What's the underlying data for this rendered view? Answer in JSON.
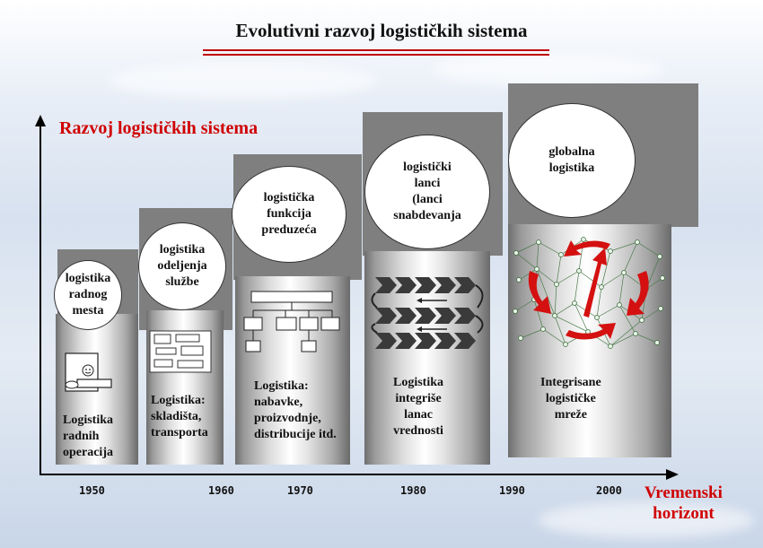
{
  "title": "Evolutivni razvoj logističkih sistema",
  "y_axis_label": "Razvoj logističkih sistema",
  "x_axis_label_line1": "Vremenski",
  "x_axis_label_line2": "horizont",
  "years": [
    "1950",
    "1960",
    "1970",
    "1980",
    "1990",
    "2000"
  ],
  "stages": [
    {
      "circle": "logistika\nradnog\nmesta",
      "description": "Logistika\nradnih\noperacija"
    },
    {
      "circle": "logistika\nodeljenja\nslužbe",
      "description": "Logistika:\nskladišta,\ntransporta"
    },
    {
      "circle": "logistička\nfunkcija\npreduzeća",
      "description": "Logistika:\nnabavke,\nproizvodnje,\ndistribucije itd."
    },
    {
      "circle": "logistički\nlanci\n(lanci\nsnabdevanja",
      "description": "Logistika\nintegriše\nlanac\nvrednosti"
    },
    {
      "circle": "globalna\nlogistika",
      "description": "Integrisane\nlogističke\nmreže"
    }
  ],
  "colors": {
    "accent_red": "#d00000",
    "title_line": "#c00000",
    "band_gray": "#7f7f7f"
  }
}
